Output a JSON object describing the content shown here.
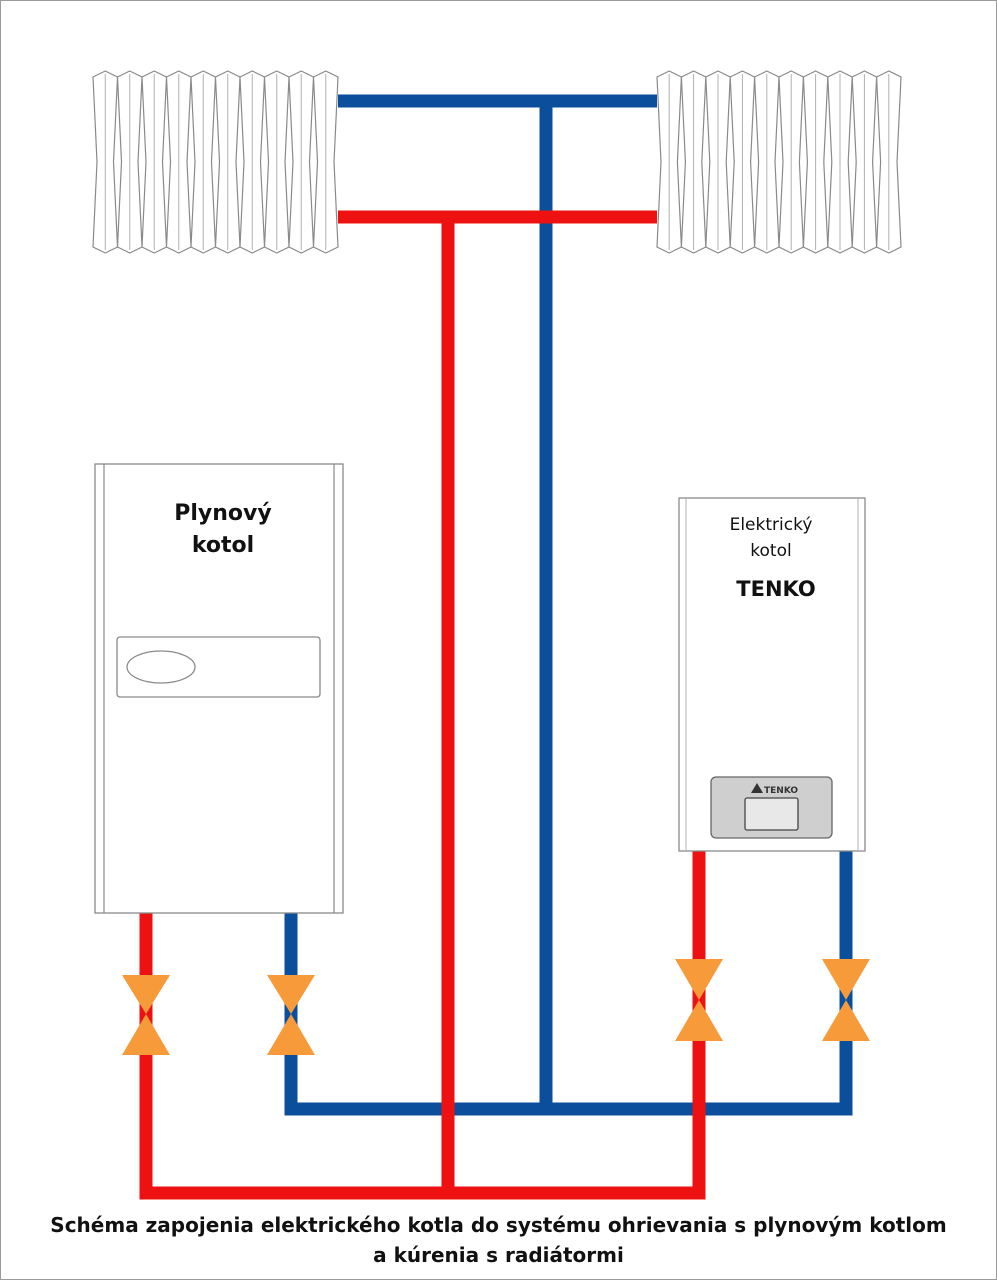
{
  "gas_boiler": {
    "line1": "Plynový",
    "line2": "kotol"
  },
  "electric_boiler": {
    "line1": "Elektrický",
    "line2": "kotol",
    "brand": "TENKO"
  },
  "caption": {
    "line1": "Schéma zapojenia elektrického kotla do systému ohrievania s plynovým kotlom",
    "line2": "a kúrenia s radiátormi"
  },
  "colors": {
    "supply_pipe": "#ee1111",
    "return_pipe": "#0a4e9c",
    "valve": "#f79a3a",
    "outline": "#8a8a8a"
  }
}
